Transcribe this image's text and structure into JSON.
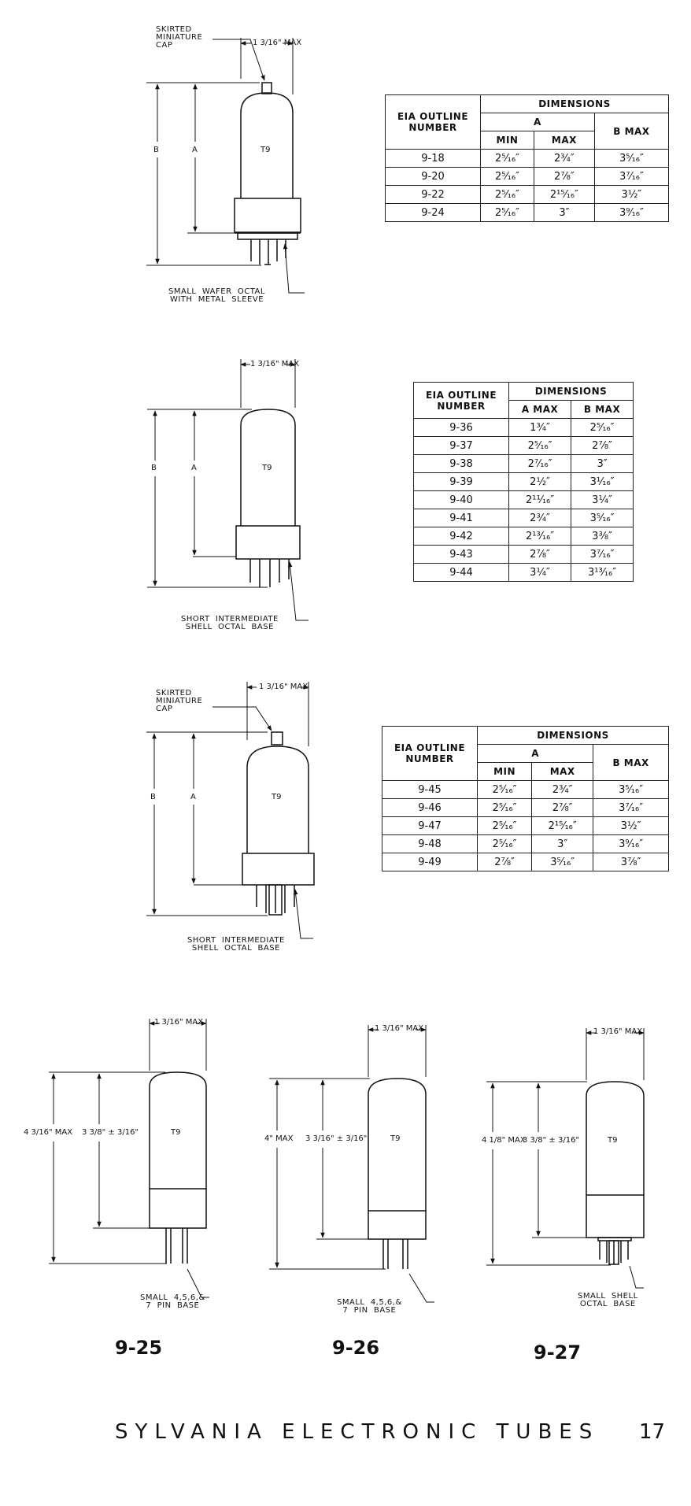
{
  "tube1": {
    "cap_label": "SKIRTED\nMINIATURE\nCAP",
    "width_label": "1 3/16\" MAX",
    "dim_b": "B",
    "dim_a": "A",
    "bulb": "T9",
    "base_label": "SMALL  WAFER  OCTAL\nWITH  METAL  SLEEVE"
  },
  "table1": {
    "col_outline": "EIA OUTLINE NUMBER",
    "col_dimensions": "DIMENSIONS",
    "col_a": "A",
    "col_min": "MIN",
    "col_max": "MAX",
    "col_bmax": "B MAX",
    "rows": [
      [
        "9-18",
        "2⁵⁄₁₆″",
        "2¾″",
        "3⁵⁄₁₆″"
      ],
      [
        "9-20",
        "2⁵⁄₁₆″",
        "2⅞″",
        "3⁷⁄₁₆″"
      ],
      [
        "9-22",
        "2⁵⁄₁₆″",
        "2¹⁵⁄₁₆″",
        "3½″"
      ],
      [
        "9-24",
        "2⁵⁄₁₆″",
        "3″",
        "3⁹⁄₁₆″"
      ]
    ]
  },
  "tube2": {
    "width_label": "1 3/16\" MAX",
    "dim_b": "B",
    "dim_a": "A",
    "bulb": "T9",
    "base_label": "SHORT  INTERMEDIATE\nSHELL  OCTAL  BASE"
  },
  "table2": {
    "col_outline": "EIA OUTLINE NUMBER",
    "col_dimensions": "DIMENSIONS",
    "col_amax": "A MAX",
    "col_bmax": "B MAX",
    "rows": [
      [
        "9-36",
        "1¾″",
        "2⁵⁄₁₆″"
      ],
      [
        "9-37",
        "2⁵⁄₁₆″",
        "2⅞″"
      ],
      [
        "9-38",
        "2⁷⁄₁₆″",
        "3″"
      ],
      [
        "9-39",
        "2½″",
        "3¹⁄₁₆″"
      ],
      [
        "9-40",
        "2¹¹⁄₁₆″",
        "3¼″"
      ],
      [
        "9-41",
        "2¾″",
        "3⁵⁄₁₆″"
      ],
      [
        "9-42",
        "2¹³⁄₁₆″",
        "3⅜″"
      ],
      [
        "9-43",
        "2⅞″",
        "3⁷⁄₁₆″"
      ],
      [
        "9-44",
        "3¼″",
        "3¹³⁄₁₆″"
      ]
    ]
  },
  "tube3": {
    "cap_label": "SKIRTED\nMINIATURE\nCAP",
    "width_label": "1 3/16\" MAX",
    "dim_b": "B",
    "dim_a": "A",
    "bulb": "T9",
    "base_label": "SHORT  INTERMEDIATE\nSHELL  OCTAL  BASE"
  },
  "table3": {
    "col_outline": "EIA OUTLINE NUMBER",
    "col_dimensions": "DIMENSIONS",
    "col_a": "A",
    "col_min": "MIN",
    "col_max": "MAX",
    "col_bmax": "B MAX",
    "rows": [
      [
        "9-45",
        "2⁵⁄₁₆″",
        "2¾″",
        "3⁵⁄₁₆″"
      ],
      [
        "9-46",
        "2⁵⁄₁₆″",
        "2⅞″",
        "3⁷⁄₁₆″"
      ],
      [
        "9-47",
        "2⁵⁄₁₆″",
        "2¹⁵⁄₁₆″",
        "3½″"
      ],
      [
        "9-48",
        "2⁵⁄₁₆″",
        "3″",
        "3⁹⁄₁₆″"
      ],
      [
        "9-49",
        "2⅞″",
        "3⁵⁄₁₆″",
        "3⅞″"
      ]
    ]
  },
  "bottom": {
    "t925": {
      "width_label": "1 3/16\" MAX",
      "overall": "4 3/16\" MAX",
      "seated": "3 3/8\" ± 3/16\"",
      "bulb": "T9",
      "base_label": "SMALL  4,5,6,&\n7  PIN  BASE",
      "number": "9-25"
    },
    "t926": {
      "width_label": "1 3/16\" MAX",
      "overall": "4\" MAX",
      "seated": "3 3/16\" ± 3/16\"",
      "bulb": "T9",
      "base_label": "SMALL  4,5,6,&\n7  PIN  BASE",
      "number": "9-26"
    },
    "t927": {
      "width_label": "1 3/16\" MAX",
      "overall": "4 1/8\" MAX",
      "seated": "3 3/8\" ± 3/16\"",
      "bulb": "T9",
      "base_label": "SMALL  SHELL\nOCTAL  BASE",
      "number": "9-27"
    }
  },
  "footer": {
    "title": "SYLVANIA ELECTRONIC TUBES",
    "page": "17"
  }
}
